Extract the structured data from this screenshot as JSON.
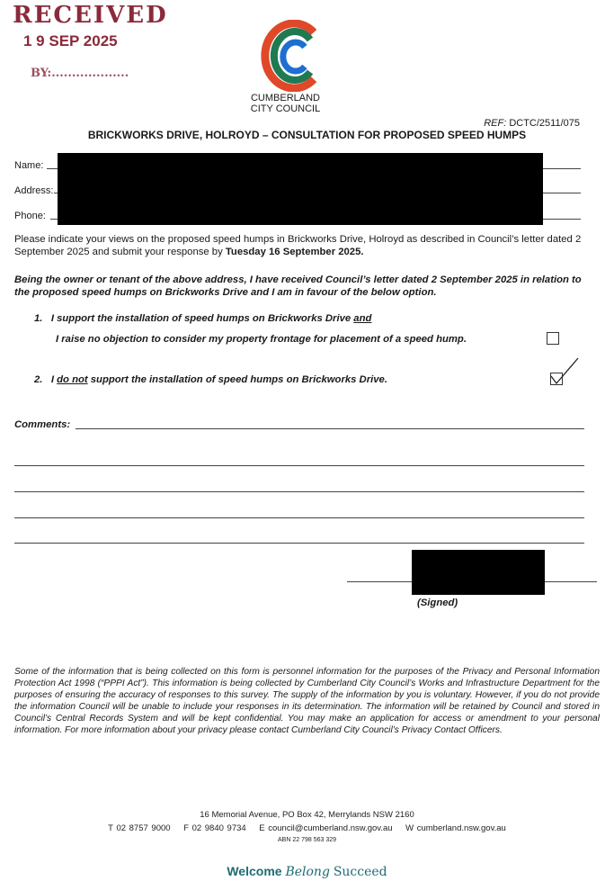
{
  "stamp": {
    "title": "RECEIVED",
    "date": "1 9 SEP 2025",
    "by": "BY:..................."
  },
  "council": {
    "name_line1": "CUMBERLAND",
    "name_line2": "CITY COUNCIL",
    "colors": {
      "orange": "#e0482a",
      "green": "#1f7a52",
      "blue": "#1e6fd0"
    }
  },
  "ref": {
    "label": "REF:",
    "value": "DCTC/2511/075"
  },
  "title": "BRICKWORKS DRIVE, HOLROYD – CONSULTATION FOR PROPOSED SPEED HUMPS",
  "fields": {
    "name": "Name:",
    "address": "Address:",
    "phone": "Phone:"
  },
  "intro": {
    "text": "Please indicate your views on the proposed speed humps in Brickworks Drive, Holroyd as described in Council’s letter dated 2 September 2025 and submit your response by ",
    "deadline": "Tuesday 16 September 2025."
  },
  "declaration": "Being the owner or tenant of the above address, I have received Council’s letter dated 2 September 2025 in relation to the proposed speed humps on Brickworks Drive and I am in favour of the below option.",
  "options": [
    {
      "number": "1.",
      "line1": "I support the installation of speed humps on Brickworks Drive ",
      "line1_underlined": "and",
      "line2": "I raise no objection to consider my property frontage for placement of a speed hump.",
      "checked": false
    },
    {
      "number": "2.",
      "prefix": "I ",
      "underlined": "do not",
      "text": " support the installation of speed humps on Brickworks Drive.",
      "checked": true
    }
  ],
  "comments_label": "Comments:",
  "signed_label": "(Signed)",
  "privacy": "Some of the information that is being collected on this form is personnel information for the purposes of the Privacy and Personal Information Protection Act 1998 (“PPPI Act”). This information is being collected by Cumberland City Council’s Works and Infrastructure Department for the purposes of ensuring the accuracy of responses to this survey. The supply of the information by you is voluntary. However, if you do not provide the information Council will be unable to include your responses in its determination. The information will be retained by Council and stored in Council’s Central Records System and will be kept confidential. You may make an application for access or amendment to your personal information. For more information about your privacy please contact Cumberland City Council’s Privacy Contact Officers.",
  "footer": {
    "address": "16 Memorial Avenue, PO Box 42, Merrylands NSW 2160",
    "phone": "T 02 8757 9000",
    "fax": "F 02 9840 9734",
    "email": "E council@cumberland.nsw.gov.au",
    "web": "W cumberland.nsw.gov.au",
    "abn": "ABN 22 798 563 329"
  },
  "slogan": {
    "word1": "Welcome",
    "word2": "Belong",
    "word3": "Succeed"
  }
}
